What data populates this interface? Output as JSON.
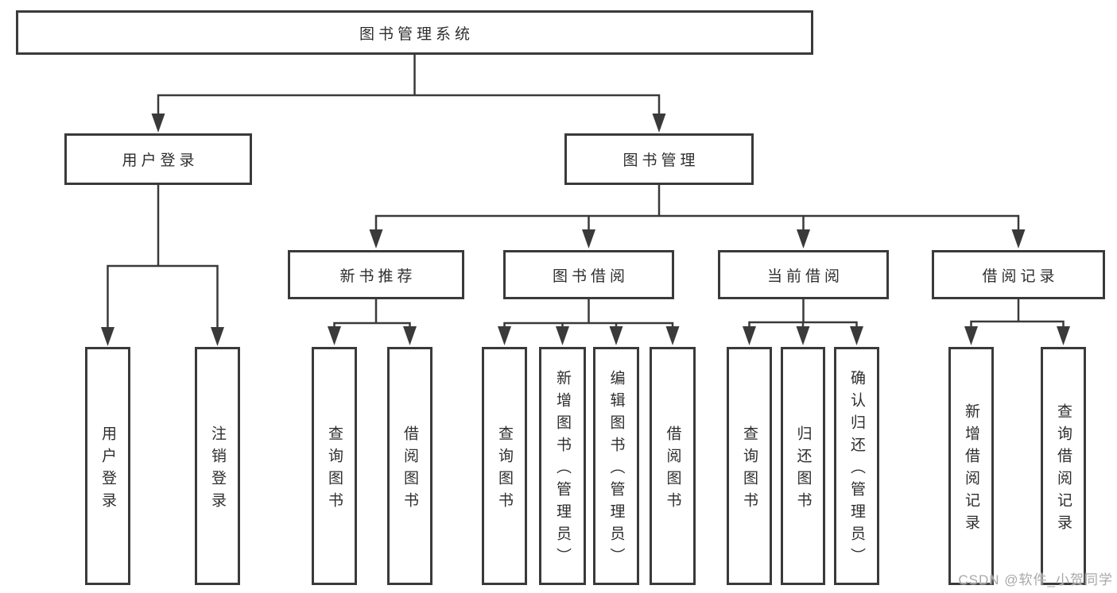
{
  "watermark": "CSDN @软件_小贺同学",
  "colors": {
    "line": "#3a3a3a",
    "text": "#2e2e2e",
    "watermark": "#a8a8a8",
    "background": "#ffffff"
  },
  "nodes": {
    "root": {
      "label": "图书管理系统"
    },
    "user_login": {
      "label": "用户登录"
    },
    "book_mgmt": {
      "label": "图书管理"
    },
    "new_book_rec": {
      "label": "新书推荐"
    },
    "book_borrow": {
      "label": "图书借阅"
    },
    "current_borrow": {
      "label": "当前借阅"
    },
    "borrow_records": {
      "label": "借阅记录"
    },
    "leaves": {
      "user_login": {
        "label": "用户登录"
      },
      "logout": {
        "label": "注销登录"
      },
      "nbr_query": {
        "label": "查询图书"
      },
      "nbr_borrow": {
        "label": "借阅图书"
      },
      "bb_query": {
        "label": "查询图书"
      },
      "bb_add": {
        "label": "新增图书（管理员）"
      },
      "bb_edit": {
        "label": "编辑图书（管理员）"
      },
      "bb_borrow": {
        "label": "借阅图书"
      },
      "cb_query": {
        "label": "查询图书"
      },
      "cb_return": {
        "label": "归还图书"
      },
      "cb_confirm": {
        "label": "确认归还（管理员）"
      },
      "br_add": {
        "label": "新增借阅记录"
      },
      "br_query": {
        "label": "查询借阅记录"
      }
    }
  }
}
